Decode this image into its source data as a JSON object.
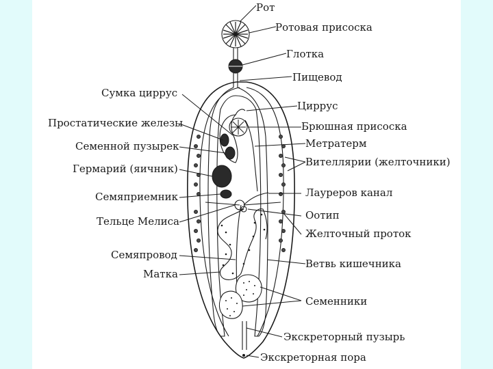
{
  "labels": {
    "rot": "Рот",
    "rotovaya": "Ротовая присоска",
    "glotka": "Глотка",
    "pishchevod": "Пищевод",
    "sumka": "Сумка циррус",
    "cirrus": "Циррус",
    "prostata": "Простатические железы",
    "bryushnaya": "Брюшная присоска",
    "semennoy": "Семенной пузырек",
    "metraterm": "Метратерм",
    "germariy": "Гермарий (яичник)",
    "vitellarii": "Вителлярии (желточники)",
    "laurer": "Лауреров канал",
    "semyapriemnik": "Семяприемник",
    "ootip": "Оотип",
    "melis": "Тельце Мелиса",
    "zheltochny": "Желточный проток",
    "semyaprovod": "Семяпровод",
    "vetv": "Ветвь кишечника",
    "matka": "Матка",
    "semenniki": "Семенники",
    "ekskretorny_puzyr": "Экскреторный пузырь",
    "ekskretornaya_pora": "Экскреторная пора"
  }
}
